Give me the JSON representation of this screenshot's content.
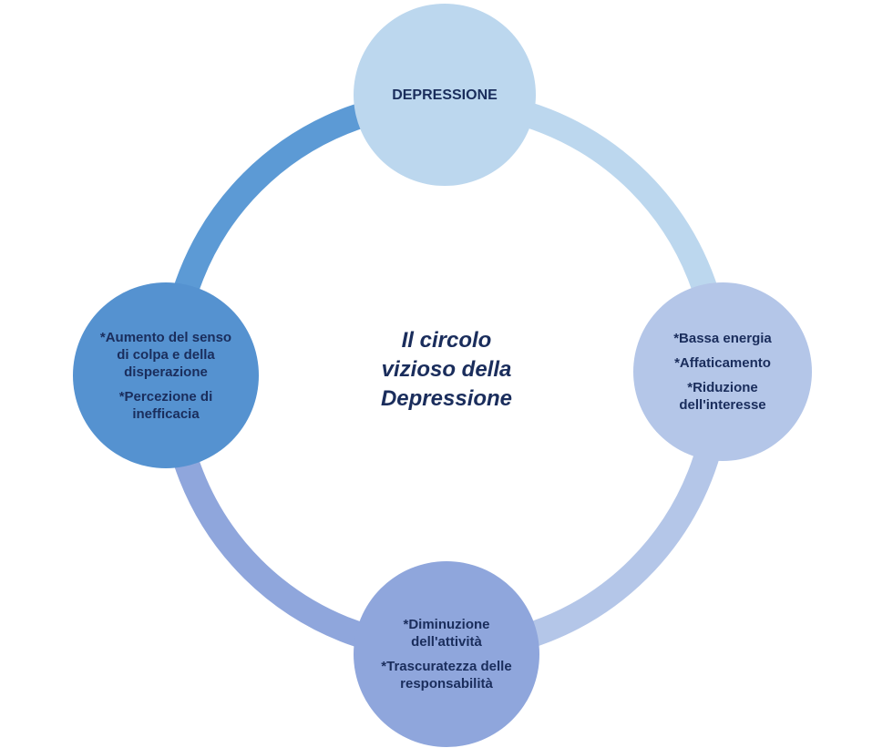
{
  "diagram": {
    "center_title": "Il circolo\nvizioso della\nDepressione",
    "nodes": [
      {
        "id": "top",
        "lines": [
          "DEPRESSIONE"
        ]
      },
      {
        "id": "right",
        "lines": [
          "*Bassa energia",
          "*Affaticamento",
          "*Riduzione dell'interesse"
        ]
      },
      {
        "id": "bottom",
        "lines": [
          "*Diminuzione dell'attività",
          "*Trascuratezza delle responsabilità"
        ]
      },
      {
        "id": "left",
        "lines": [
          "*Aumento del senso di colpa e della disperazione",
          "*Percezione di inefficacia"
        ]
      }
    ],
    "colors": {
      "top_node": "#bcd7ee",
      "right_node": "#b4c6e8",
      "bottom_node": "#8fa6dc",
      "left_node": "#5592d0",
      "text": "#1a2d5c"
    }
  }
}
